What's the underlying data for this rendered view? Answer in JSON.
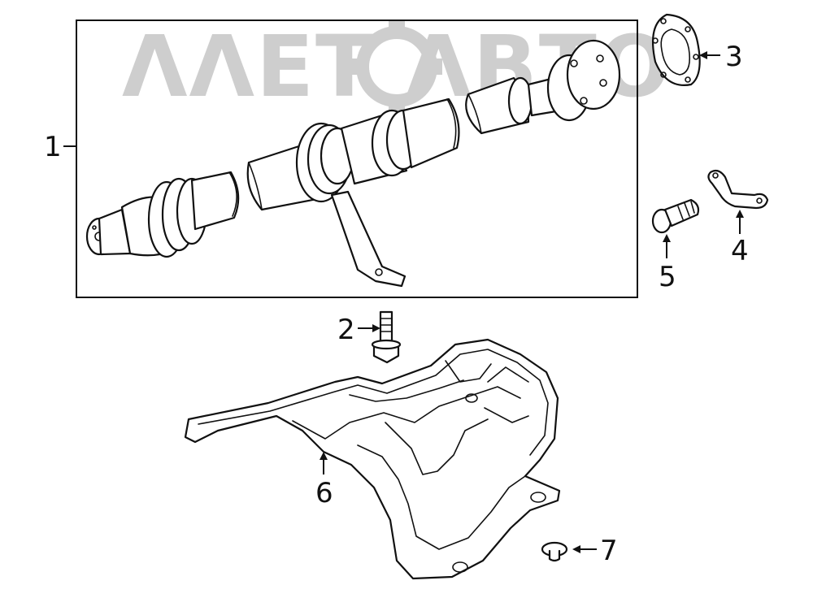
{
  "watermark": {
    "text": "ΛΛΕΤ ΛΒΤΟ"
  },
  "callouts": [
    {
      "id": "1",
      "label": "1"
    },
    {
      "id": "2",
      "label": "2"
    },
    {
      "id": "3",
      "label": "3"
    },
    {
      "id": "4",
      "label": "4"
    },
    {
      "id": "5",
      "label": "5"
    },
    {
      "id": "6",
      "label": "6"
    },
    {
      "id": "7",
      "label": "7"
    }
  ],
  "colors": {
    "line": "#111111",
    "watermark": "#c9c9c9",
    "background": "#ffffff"
  }
}
